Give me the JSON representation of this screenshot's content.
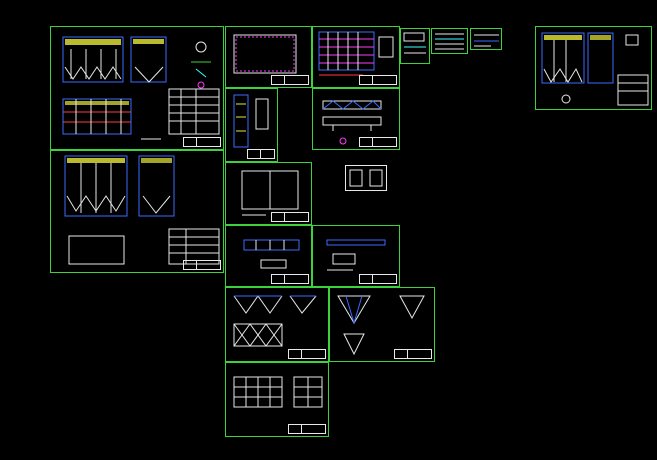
{
  "canvas": {
    "background": "#000000"
  },
  "colors": {
    "sheet_border": "#3bd23b",
    "line_white": "#e8e8e8",
    "line_blue": "#3b6bff",
    "line_yellow": "#e8e83b",
    "line_magenta": "#ff3bff",
    "line_red": "#ff3b3b",
    "line_cyan": "#3bffff"
  },
  "sheets": [
    "sheet-1",
    "sheet-2",
    "sheet-3",
    "sheet-4",
    "sheet-5",
    "sheet-6",
    "sheet-7",
    "sheet-8",
    "sheet-9",
    "sheet-10",
    "sheet-11",
    "sheet-12",
    "sheet-13",
    "sheet-14",
    "sheet-15",
    "sheet-16",
    "sheet-17"
  ]
}
